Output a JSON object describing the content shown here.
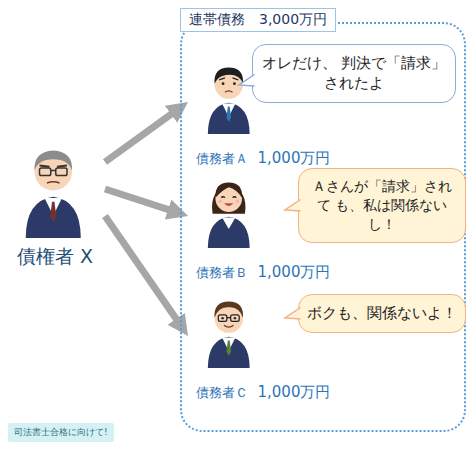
{
  "diagram": {
    "nodes": [
      {
        "text": [
          "債権者 X"
        ]
      },
      {
        "text": [
          "連帯債務　3,000万円"
        ]
      },
      {
        "text": [
          "債務者Ａ",
          "1,000万円"
        ],
        "in": 1
      },
      {
        "text": [
          "オレだけ、 判決で「請求」されたよ"
        ],
        "in": 1
      },
      {
        "text": [
          "債務者Ｂ",
          "1,000万円"
        ],
        "in": 1
      },
      {
        "text": [
          "Ａさんが「請求」されて も、私は関係ないし！"
        ],
        "in": 1
      },
      {
        "text": [
          "債務者Ｃ",
          "1,000万円"
        ],
        "in": 1
      },
      {
        "text": [
          "ボクも、関係ないよ！"
        ],
        "in": 1
      }
    ],
    "edges": [
      {
        "from": 0,
        "to": 2,
        "arrow": "to"
      },
      {
        "from": 0,
        "to": 4,
        "arrow": "to"
      },
      {
        "from": 0,
        "to": 6,
        "arrow": "to"
      }
    ],
    "labels": [
      "司法書士合格に向けて!"
    ]
  }
}
